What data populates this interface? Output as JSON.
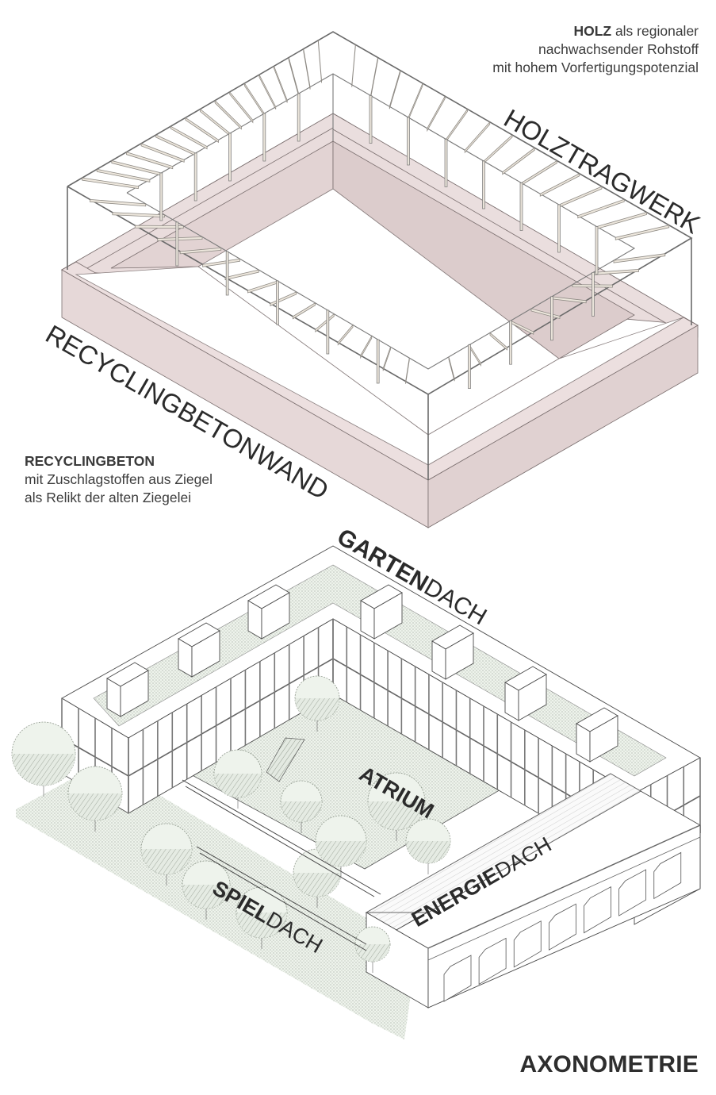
{
  "diagram": {
    "title": "AXONOMETRIE",
    "colors": {
      "concrete": "#e6d8d8",
      "concrete_stroke": "#7a6e6e",
      "timber": "#ece6dc",
      "timber_stroke": "#8e8a84",
      "greenery": "#e9efe7",
      "line": "#555555",
      "text": "#2b2b2b"
    },
    "upper_model": {
      "name": "structure-axonometry",
      "notes": {
        "holz": {
          "bold": "HOLZ",
          "line1_rest": " als regionaler",
          "line2": "nachwachsender Rohstoff",
          "line3": "mit hohem Vorfertigungspotenzial"
        },
        "beton": {
          "bold": "RECYCLINGBETON",
          "line2": "mit Zuschlagstoffen aus Ziegel",
          "line3": "als Relikt der alten Ziegelei"
        }
      },
      "labels": {
        "holztragwerk": "HOLZTRAGWERK",
        "recyclingbetonwand": "RECYCLINGBETONWAND"
      }
    },
    "lower_model": {
      "name": "building-axonometry",
      "labels": {
        "garten_bold": "GARTEN",
        "garten_rest": "DACH",
        "atrium": "ATRIUM",
        "energie_bold": "ENERGIE",
        "energie_rest": "DACH",
        "spiel_bold": "SPIEL",
        "spiel_rest": "DACH"
      }
    }
  }
}
